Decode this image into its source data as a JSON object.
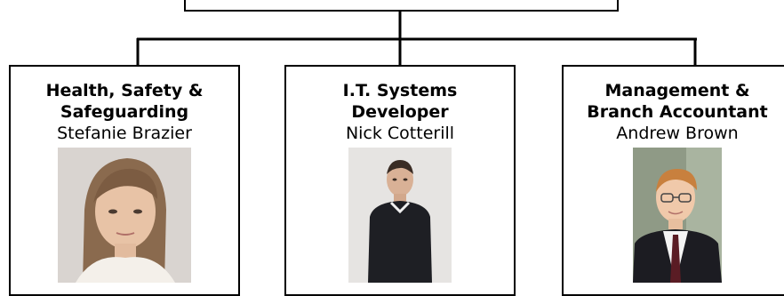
{
  "roles": [
    {
      "title": "Health, Safety &\nSafeguarding",
      "name": "Stefanie Brazier",
      "photo": "woman-portrait-photo"
    },
    {
      "title": "I.T. Systems\nDeveloper",
      "name": "Nick Cotterill",
      "photo": "man-portrait-photo"
    },
    {
      "title": "Management &\nBranch Accountant",
      "name": "Andrew Brown",
      "photo": "man-in-suit-portrait-photo"
    }
  ],
  "colors": {
    "line": "#000000",
    "box_border": "#000000"
  }
}
